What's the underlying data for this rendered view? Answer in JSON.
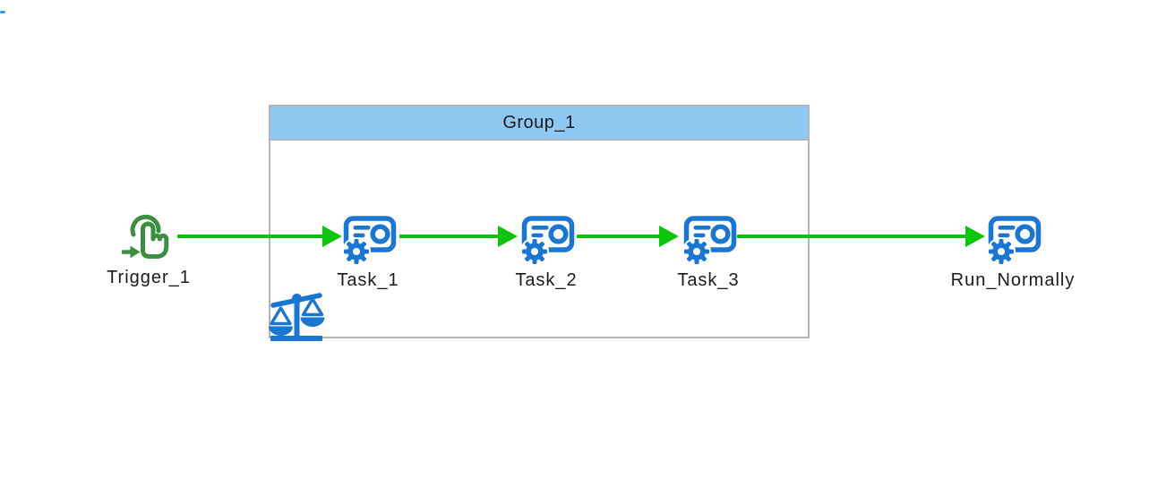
{
  "canvas": {
    "kind": "workflow-dag-canvas"
  },
  "group": {
    "label": "Group_1",
    "badge_icon": "scales-icon"
  },
  "nodes": [
    {
      "id": "trigger-1",
      "label": "Trigger_1",
      "kind": "trigger",
      "icon": "hand-tap-icon",
      "in_group": false
    },
    {
      "id": "task-1",
      "label": "Task_1",
      "kind": "task",
      "icon": "task-gear-icon",
      "in_group": true
    },
    {
      "id": "task-2",
      "label": "Task_2",
      "kind": "task",
      "icon": "task-gear-icon",
      "in_group": true
    },
    {
      "id": "task-3",
      "label": "Task_3",
      "kind": "task",
      "icon": "task-gear-icon",
      "in_group": true
    },
    {
      "id": "run-normally",
      "label": "Run_Normally",
      "kind": "task",
      "icon": "task-gear-icon",
      "in_group": false
    }
  ],
  "edges": [
    {
      "from": "Trigger_1",
      "to": "Task_1"
    },
    {
      "from": "Task_1",
      "to": "Task_2"
    },
    {
      "from": "Task_2",
      "to": "Task_3"
    },
    {
      "from": "Task_3",
      "to": "Run_Normally"
    }
  ],
  "colors": {
    "edge_green": "#0ec50e",
    "trigger_icon_green": "#3e8e41",
    "task_icon_blue": "#1b76d2",
    "group_header_bg": "#8fc9f3",
    "group_border": "#b5b5b5",
    "label_text": "#1b1b1b",
    "corner_dash": "#2e9ced"
  }
}
